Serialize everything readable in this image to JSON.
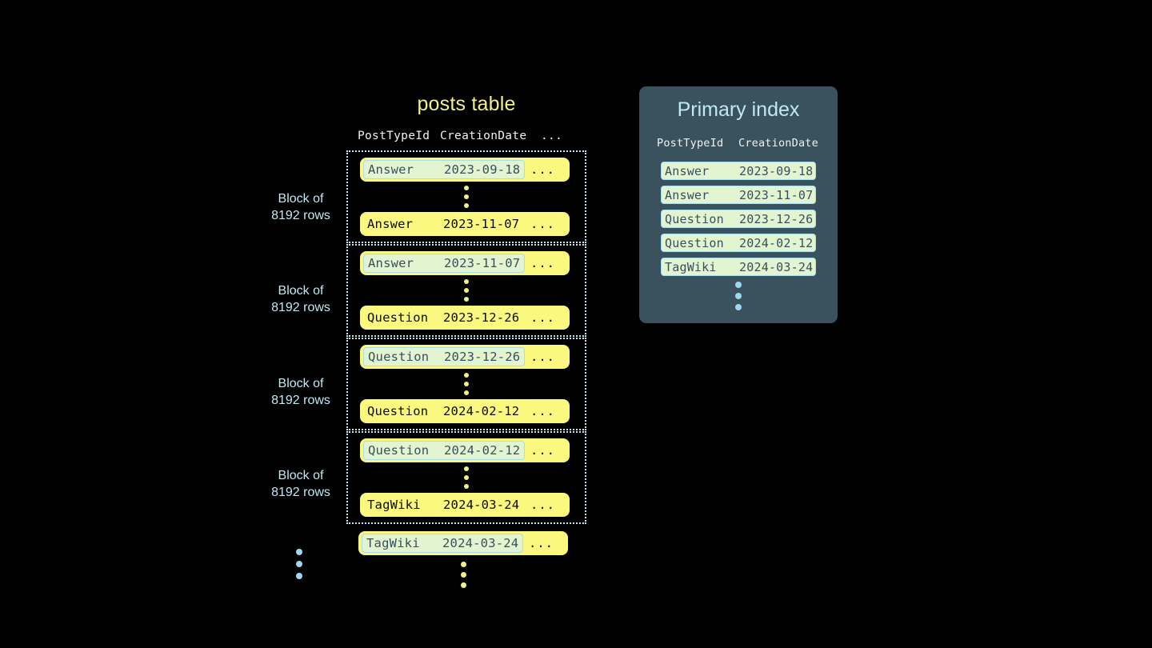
{
  "posts_table": {
    "title": "posts table",
    "columns": {
      "type": "PostTypeId",
      "date": "CreationDate",
      "more": "..."
    },
    "ellipsis_cell": "...",
    "blocks": [
      {
        "label_line1": "Block of",
        "label_line2": "8192 rows",
        "first_row": {
          "type": "Answer",
          "date": "2023-09-18",
          "highlighted": true
        },
        "last_row": {
          "type": "Answer",
          "date": "2023-11-07",
          "highlighted": false
        }
      },
      {
        "label_line1": "Block of",
        "label_line2": "8192 rows",
        "first_row": {
          "type": "Answer",
          "date": "2023-11-07",
          "highlighted": true
        },
        "last_row": {
          "type": "Question",
          "date": "2023-12-26",
          "highlighted": false
        }
      },
      {
        "label_line1": "Block of",
        "label_line2": "8192 rows",
        "first_row": {
          "type": "Question",
          "date": "2023-12-26",
          "highlighted": true
        },
        "last_row": {
          "type": "Question",
          "date": "2024-02-12",
          "highlighted": false
        }
      },
      {
        "label_line1": "Block of",
        "label_line2": "8192 rows",
        "first_row": {
          "type": "Question",
          "date": "2024-02-12",
          "highlighted": true
        },
        "last_row": {
          "type": "TagWiki",
          "date": "2024-03-24",
          "highlighted": false
        }
      }
    ],
    "trailing_row": {
      "type": "TagWiki",
      "date": "2024-03-24",
      "highlighted": true
    }
  },
  "primary_index": {
    "title": "Primary index",
    "columns": {
      "type": "PostTypeId",
      "date": "CreationDate"
    },
    "rows": [
      {
        "type": "Answer",
        "date": "2023-09-18"
      },
      {
        "type": "Answer",
        "date": "2023-11-07"
      },
      {
        "type": "Question",
        "date": "2023-12-26"
      },
      {
        "type": "Question",
        "date": "2024-02-12"
      },
      {
        "type": "TagWiki",
        "date": "2024-03-24"
      }
    ]
  },
  "colors": {
    "background": "#000000",
    "row_pill": "#faf87f",
    "key_highlight_bg": "#e3f4d0",
    "key_highlight_border": "#a9dced",
    "panel_bg": "#3a525e",
    "accent_blue": "#bfe9f5",
    "accent_yellow": "#f2f08a"
  }
}
